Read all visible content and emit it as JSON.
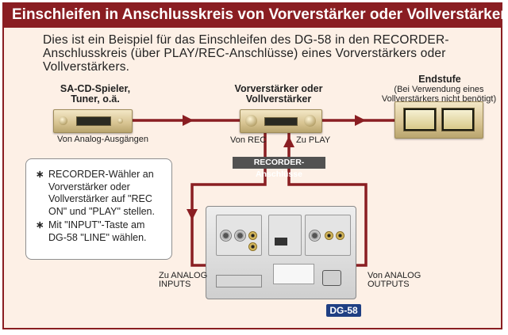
{
  "title": "Einschleifen in Anschlusskreis von Vorverstärker oder Vollverstärker",
  "intro": "Dies ist ein Beispiel für das Einschleifen des DG-58 in den RECORDER-Anschlusskreis (über PLAY/REC-Anschlüsse) eines Vorverstärkers oder Vollverstärkers.",
  "source": {
    "name_line1": "SA-CD-Spieler,",
    "name_line2": "Tuner, o.ä.",
    "caption": "Von Analog-Ausgängen"
  },
  "preamp": {
    "name_line1": "Vorverstärker oder",
    "name_line2": "Vollverstärker",
    "from_rec": "Von REC",
    "to_play": "Zu PLAY"
  },
  "power_amp": {
    "name": "Endstufe",
    "note_line1": "(Bei Verwendung eines",
    "note_line2": "Vollverstärkers nicht benötigt)"
  },
  "recorder_label": "RECORDER-Anschlüsse",
  "notes": [
    "RECORDER-Wähler an Vorverstärker oder Vollverstärker auf \"REC ON\" und \"PLAY\" stellen.",
    "Mit \"INPUT\"-Taste am DG-58 \"LINE\" wählen."
  ],
  "note_marker": "∗",
  "dg58": {
    "label": "DG-58",
    "in_line1": "Zu ANALOG",
    "in_line2": "INPUTS",
    "out_line1": "Von ANALOG",
    "out_line2": "OUTPUTS"
  },
  "colors": {
    "accent": "#8a1e22",
    "background": "#fdf0e6",
    "badge": "#1f3f83",
    "label_box": "#525252"
  }
}
